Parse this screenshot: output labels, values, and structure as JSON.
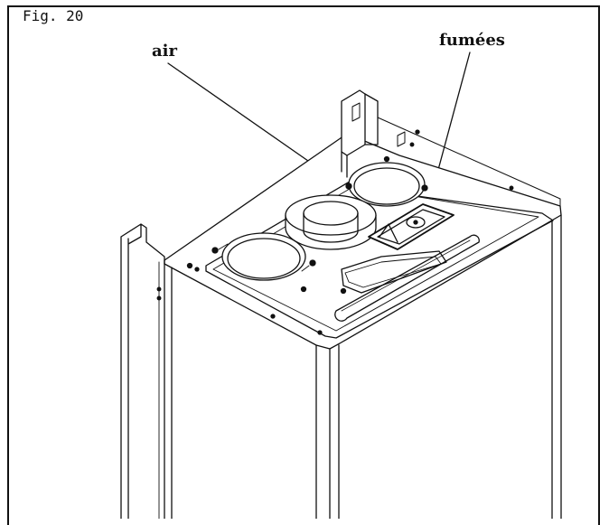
{
  "figure": {
    "label": "Fig. 20",
    "callouts": {
      "air": "air",
      "fumees": "fumées"
    }
  },
  "colors": {
    "stroke": "#111111",
    "background": "#ffffff"
  }
}
